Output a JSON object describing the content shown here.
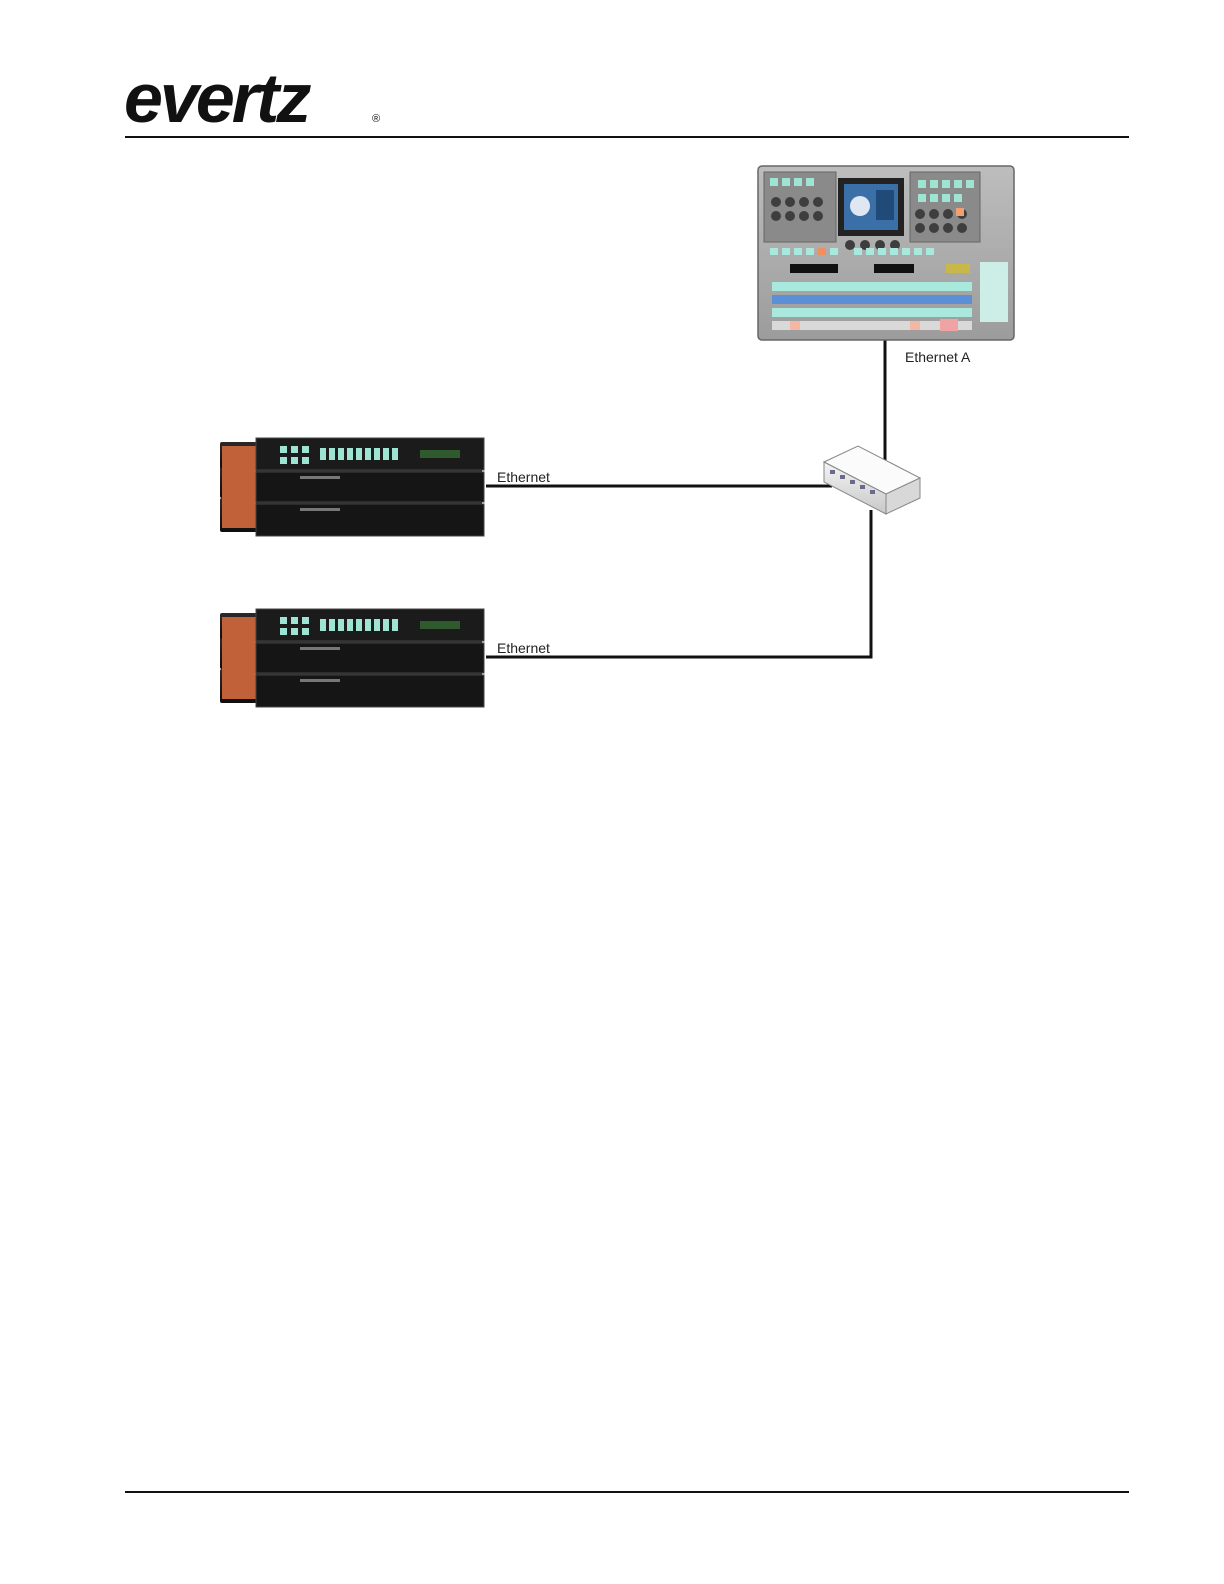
{
  "header": {
    "logo_text": "evertz",
    "logo_mark": "®"
  },
  "diagram": {
    "links": [
      {
        "label": "Ethernet A"
      },
      {
        "label": "Ethernet"
      },
      {
        "label": "Ethernet"
      }
    ],
    "devices": [
      {
        "icon": "control-panel-icon"
      },
      {
        "icon": "ethernet-switch-icon"
      },
      {
        "icon": "router-stack-icon"
      },
      {
        "icon": "router-stack-icon"
      }
    ]
  }
}
